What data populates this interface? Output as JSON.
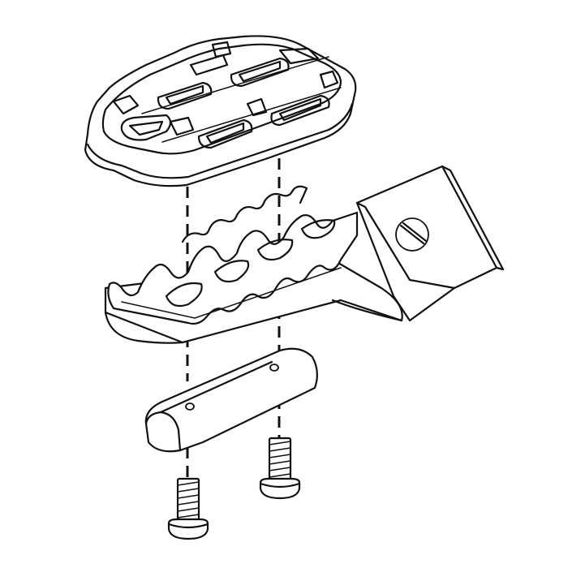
{
  "diagram": {
    "type": "exploded-assembly",
    "parts": [
      {
        "id": "foot-peg-cover"
      },
      {
        "id": "foot-peg-body"
      },
      {
        "id": "mounting-pin"
      },
      {
        "id": "bolt-left"
      },
      {
        "id": "bolt-right"
      }
    ],
    "colors": {
      "line": "#111111",
      "background": "#ffffff"
    }
  }
}
